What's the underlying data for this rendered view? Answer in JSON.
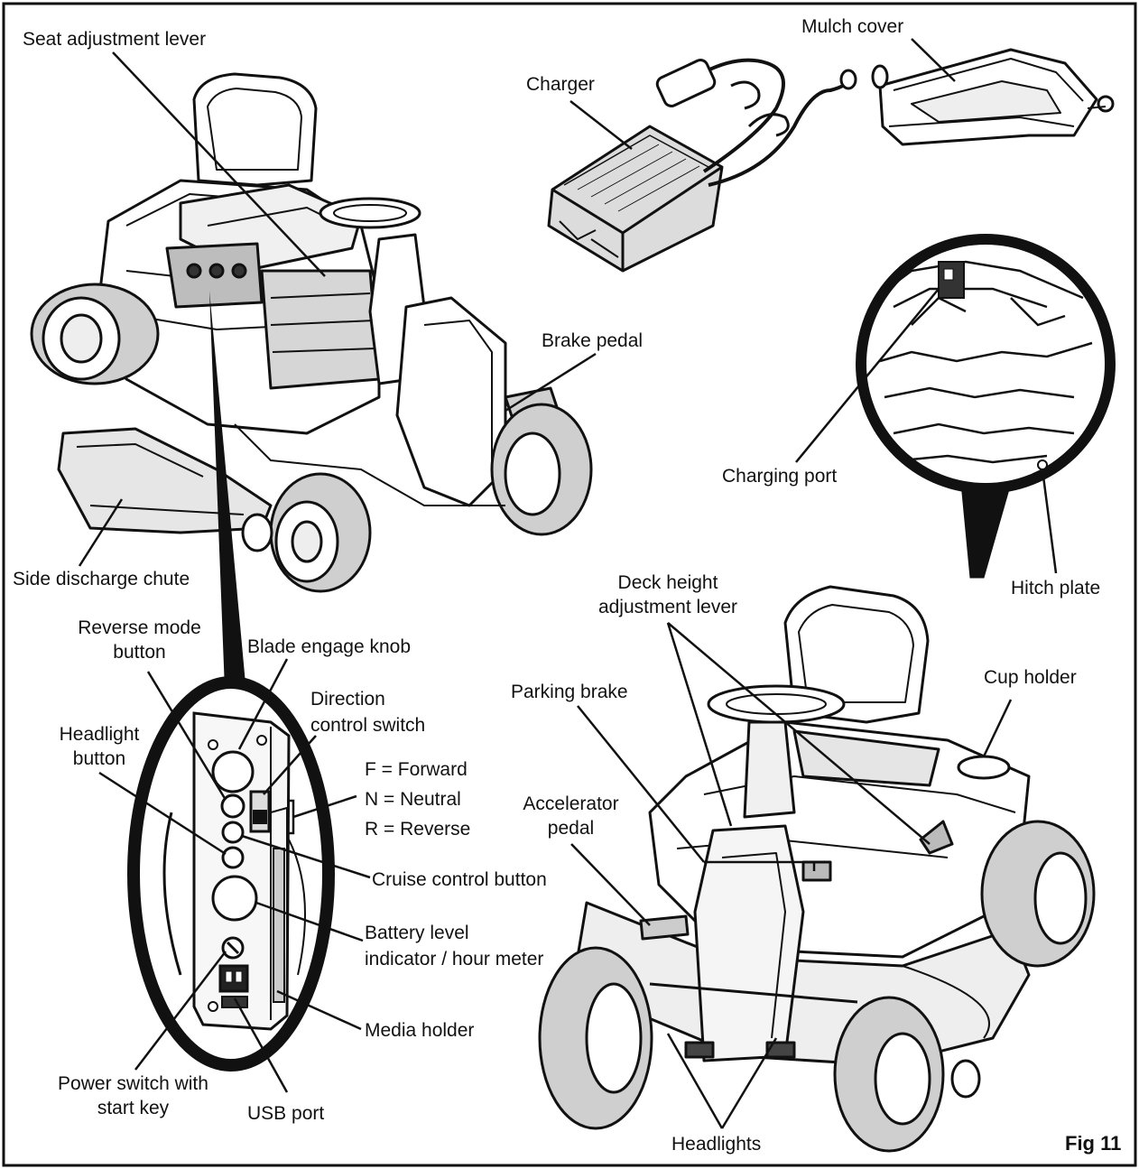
{
  "figure_label": "Fig 11",
  "labels": {
    "seat_adjustment_lever": "Seat adjustment lever",
    "charger": "Charger",
    "mulch_cover": "Mulch cover",
    "brake_pedal": "Brake pedal",
    "charging_port": "Charging port",
    "side_discharge_chute": "Side discharge chute",
    "hitch_plate": "Hitch plate",
    "deck_height_line1": "Deck height",
    "deck_height_line2": "adjustment lever",
    "reverse_mode_line1": "Reverse mode",
    "reverse_mode_line2": "button",
    "blade_engage_knob": "Blade engage knob",
    "direction_line1": "Direction",
    "direction_line2": "control switch",
    "headlight_button_line1": "Headlight",
    "headlight_button_line2": "button",
    "parking_brake": "Parking brake",
    "cup_holder": "Cup holder",
    "forward": "F = Forward",
    "neutral": "N = Neutral",
    "reverse": "R = Reverse",
    "accelerator_line1": "Accelerator",
    "accelerator_line2": "pedal",
    "cruise_control_button": "Cruise control button",
    "battery_line1": "Battery level",
    "battery_line2": "indicator / hour meter",
    "media_holder": "Media holder",
    "power_switch_line1": "Power switch with",
    "power_switch_line2": "start key",
    "usb_port": "USB port",
    "headlights": "Headlights"
  }
}
